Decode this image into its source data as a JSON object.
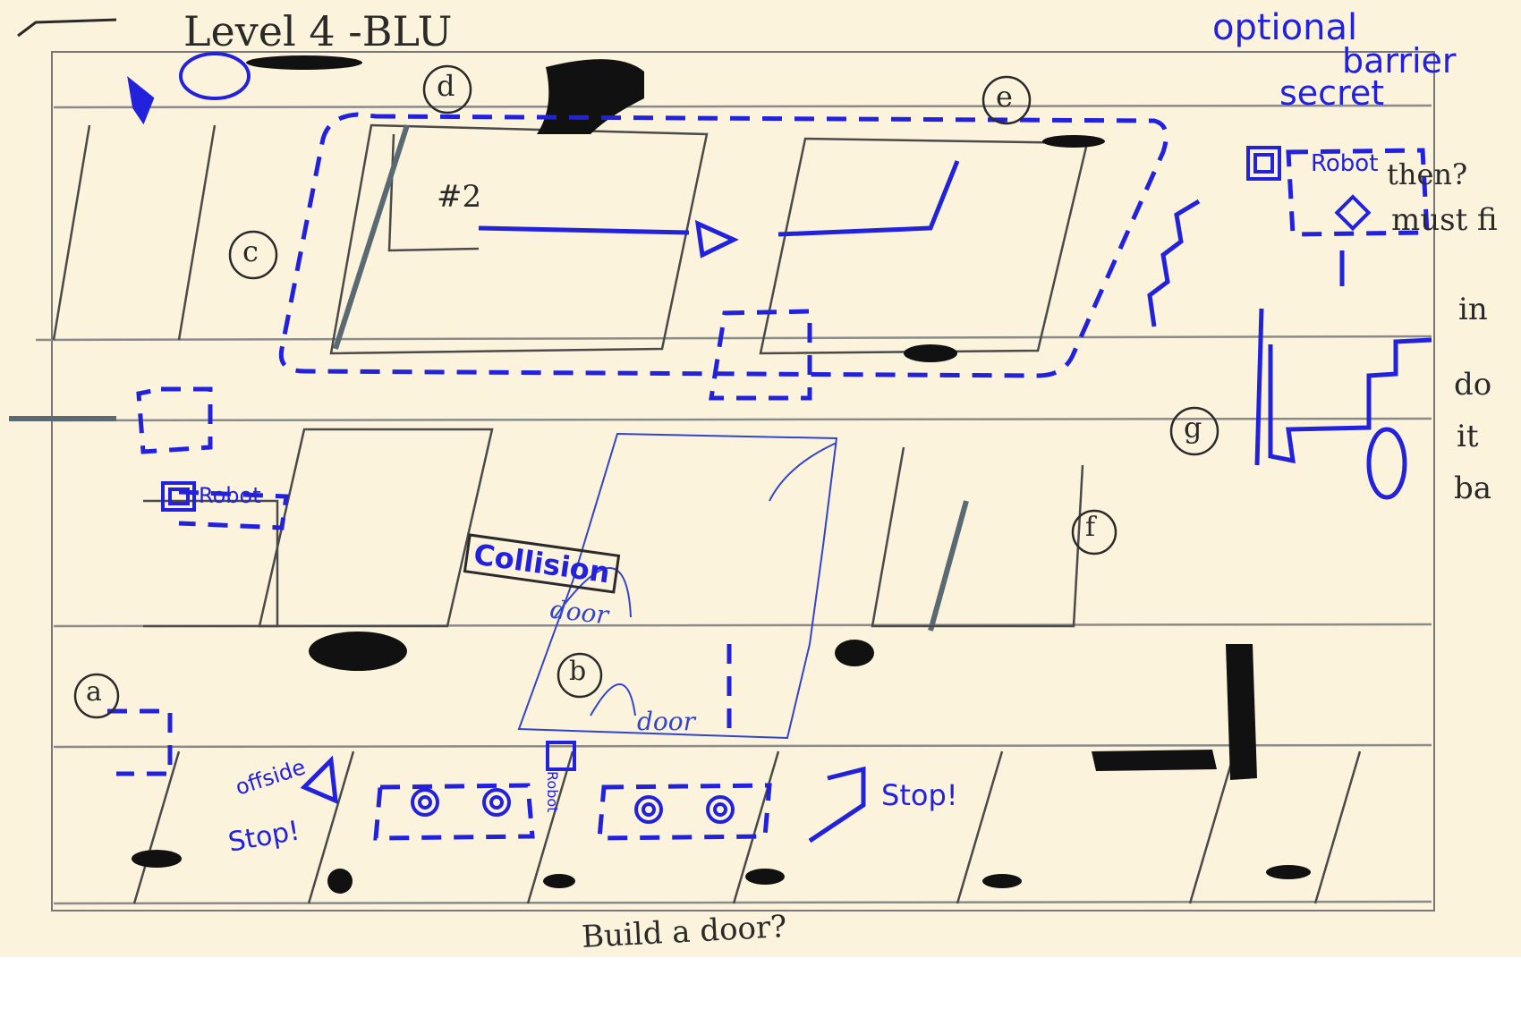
{
  "title": "Level 4 -BLU",
  "notes": {
    "optional": "optional",
    "barrier": "barrier",
    "secret": "secret",
    "room2": "#2",
    "collision": "Collision",
    "door1": "door",
    "door2": "door",
    "robot_left": "Robot",
    "robot_right": "Robot",
    "robot_vertical": "Robot",
    "offside": "offside",
    "stop_left": "Stop!",
    "stop_right": "Stop!",
    "build_door": "Build a door?",
    "margin_1": "then?",
    "margin_2": "must fi",
    "margin_3": "in",
    "margin_4": "do",
    "margin_5": "it",
    "margin_6": "ba"
  },
  "markers": {
    "a": "a",
    "b": "b",
    "c": "c",
    "d": "d",
    "e": "e",
    "f": "f",
    "g": "g"
  },
  "colors": {
    "paper": "#fbf3dc",
    "pencil": "#2a2a2a",
    "ink": "#2222dd",
    "slate": "#5a6a72"
  }
}
